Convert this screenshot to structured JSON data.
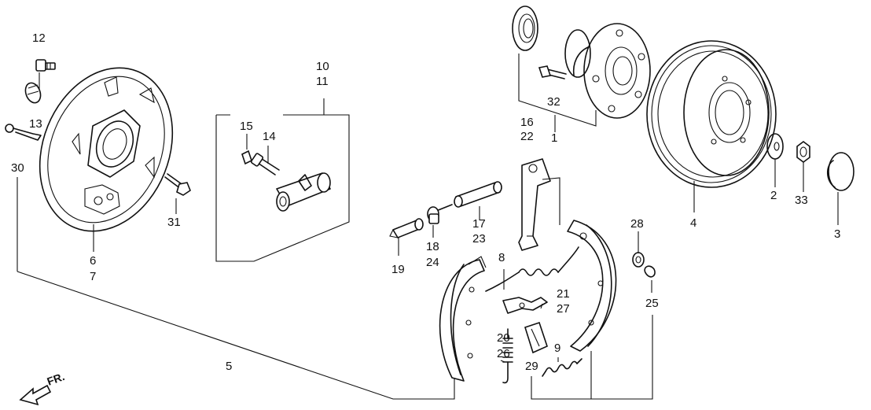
{
  "title": "Rear brake drum exploded parts diagram",
  "direction_label": "FR.",
  "callouts": {
    "c1": "1",
    "c2": "2",
    "c3": "3",
    "c4": "4",
    "c5": "5",
    "c6": "6",
    "c7": "7",
    "c8": "8",
    "c9": "9",
    "c10": "10",
    "c11": "11",
    "c12": "12",
    "c13": "13",
    "c14": "14",
    "c15": "15",
    "c16": "16",
    "c17": "17",
    "c18": "18",
    "c19": "19",
    "c20": "20",
    "c21": "21",
    "c22": "22",
    "c23": "23",
    "c24": "24",
    "c25": "25",
    "c26": "26",
    "c27": "27",
    "c28": "28",
    "c29": "29",
    "c30": "30",
    "c31": "31",
    "c32": "32",
    "c33": "33"
  },
  "colors": {
    "line": "#111111",
    "background": "#ffffff"
  }
}
